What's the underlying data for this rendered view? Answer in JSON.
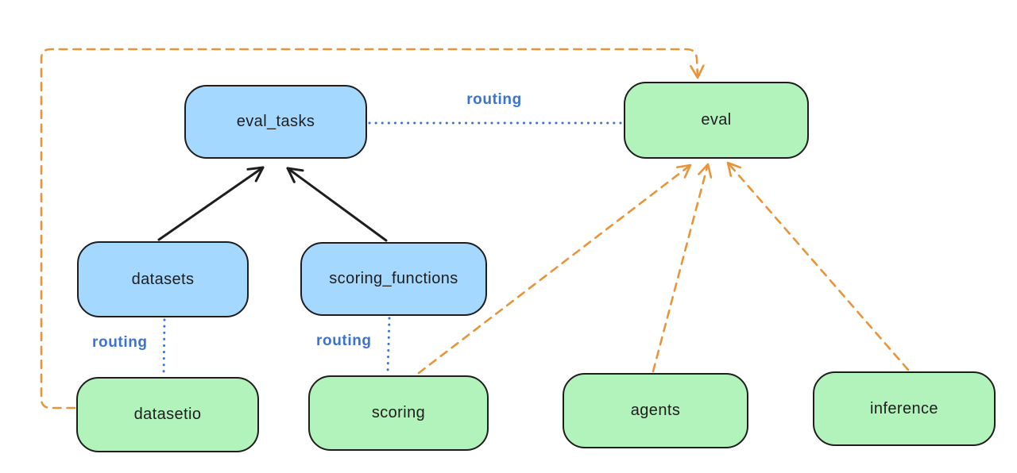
{
  "nodes": {
    "eval_tasks": {
      "label": "eval_tasks",
      "kind": "resource"
    },
    "eval": {
      "label": "eval",
      "kind": "provider"
    },
    "datasets": {
      "label": "datasets",
      "kind": "resource"
    },
    "scoring_functions": {
      "label": "scoring_functions",
      "kind": "resource"
    },
    "datasetio": {
      "label": "datasetio",
      "kind": "provider"
    },
    "scoring": {
      "label": "scoring",
      "kind": "provider"
    },
    "agents": {
      "label": "agents",
      "kind": "provider"
    },
    "inference": {
      "label": "inference",
      "kind": "provider"
    }
  },
  "edge_labels": {
    "routing_top": "routing",
    "routing_datasets": "routing",
    "routing_scoring": "routing"
  },
  "edges": [
    {
      "from": "datasets",
      "to": "eval_tasks",
      "style": "solid-black-arrow"
    },
    {
      "from": "scoring_functions",
      "to": "eval_tasks",
      "style": "solid-black-arrow"
    },
    {
      "from": "eval_tasks",
      "to": "eval",
      "style": "dotted-blue",
      "label": "routing"
    },
    {
      "from": "datasets",
      "to": "datasetio",
      "style": "dotted-blue",
      "label": "routing"
    },
    {
      "from": "scoring_functions",
      "to": "scoring",
      "style": "dotted-blue",
      "label": "routing"
    },
    {
      "from": "datasetio",
      "to": "eval",
      "style": "dashed-orange-arrow"
    },
    {
      "from": "scoring",
      "to": "eval",
      "style": "dashed-orange-arrow"
    },
    {
      "from": "agents",
      "to": "eval",
      "style": "dashed-orange-arrow"
    },
    {
      "from": "inference",
      "to": "eval",
      "style": "dashed-orange-arrow"
    }
  ],
  "colors": {
    "bg": "#ffffff",
    "stroke": "#1e1e1e",
    "resource_fill": "#a5d8ff",
    "provider_fill": "#b2f2bb",
    "routing_color": "#3b73d4",
    "orange": "#e8943a"
  }
}
